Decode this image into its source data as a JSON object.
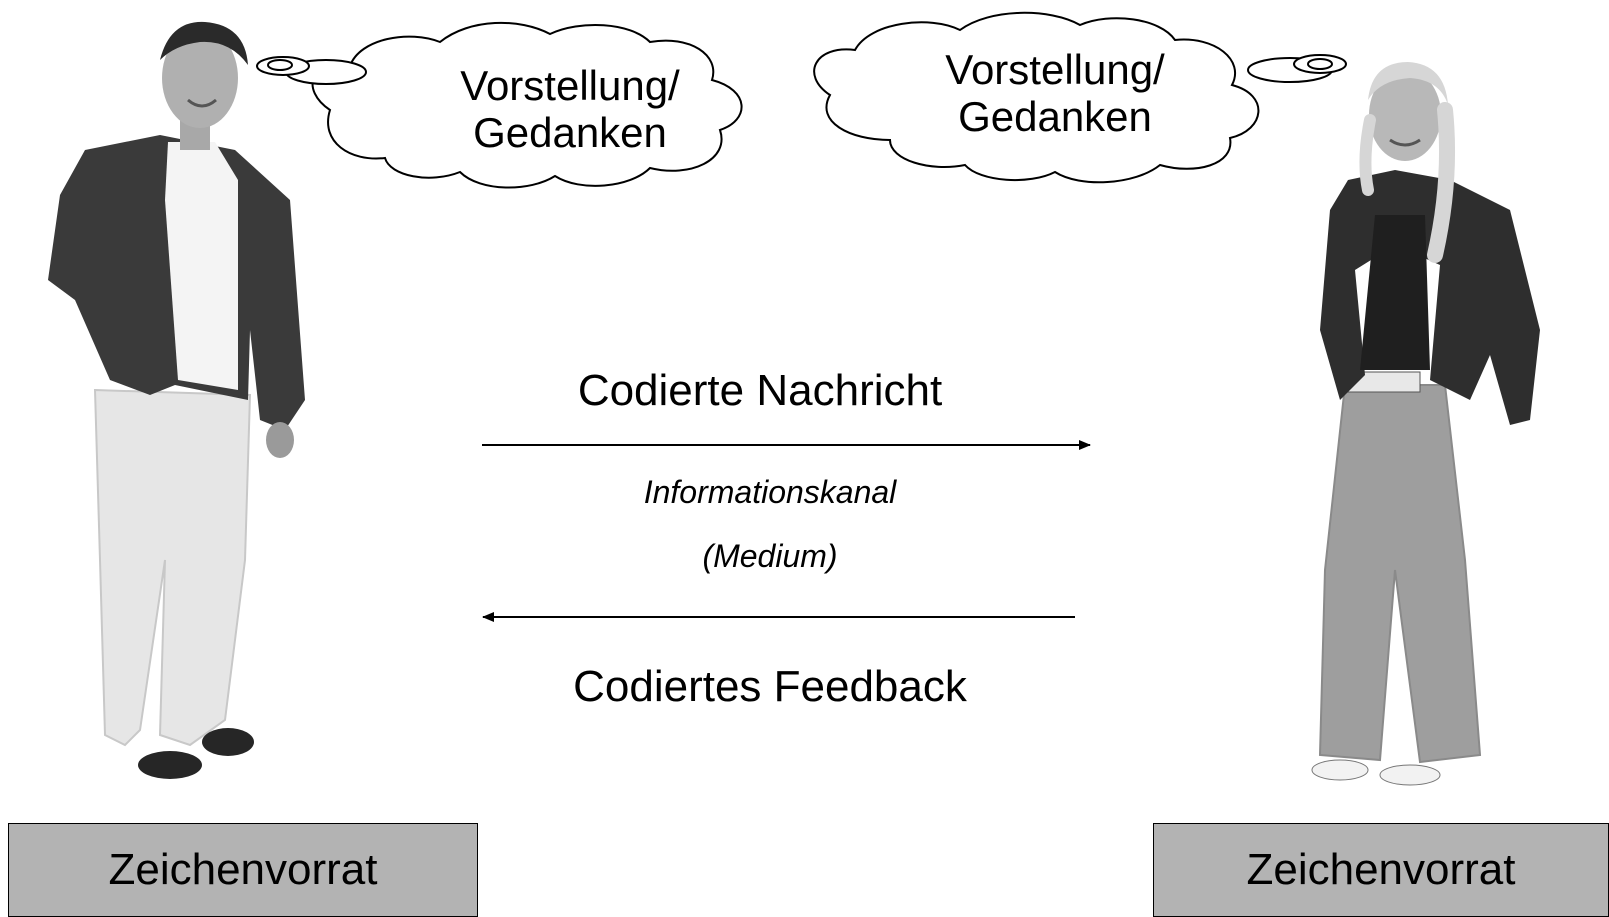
{
  "sender": {
    "thought_line1": "Vorstellung/",
    "thought_line2": "Gedanken",
    "box_label": "Zeichenvorrat"
  },
  "receiver": {
    "thought_line1": "Vorstellung/",
    "thought_line2": "Gedanken",
    "box_label": "Zeichenvorrat"
  },
  "channel": {
    "message_label": "Codierte Nachricht",
    "channel_label": "Informationskanal",
    "medium_label": "(Medium)",
    "feedback_label": "Codiertes Feedback"
  },
  "colors": {
    "box_fill": "#b3b3b3",
    "line": "#000000"
  }
}
